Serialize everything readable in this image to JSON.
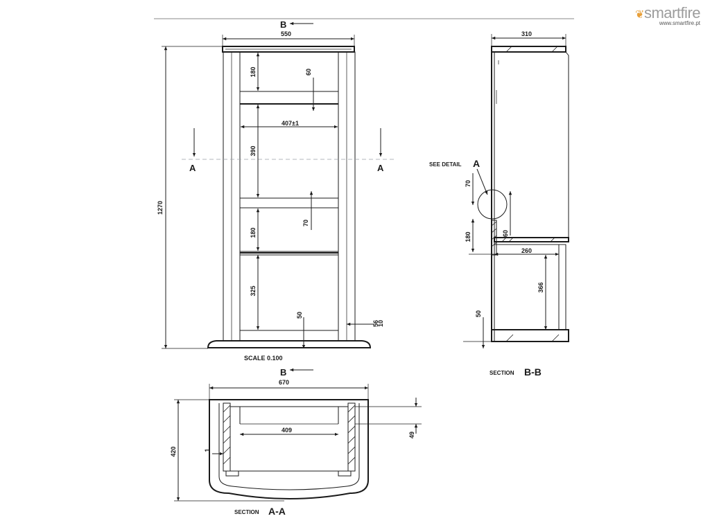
{
  "brand": {
    "name": "smartfire",
    "url": "www.smartfire.pt",
    "flame_color": "#e8a03a"
  },
  "front_view": {
    "section_marker_top": "B",
    "section_marker_bottom": "B",
    "section_marker_left": "A",
    "section_marker_right": "A",
    "width_dim": "550",
    "height_dim": "1270",
    "dims": [
      "180",
      "60",
      "407±1",
      "390",
      "180",
      "70",
      "325",
      "50",
      "56",
      "10"
    ],
    "scale": "SCALE 0.100"
  },
  "section_bb": {
    "title_prefix": "SECTION",
    "title_letter": "B-B",
    "see_detail": "SEE DETAIL",
    "detail_letter": "A",
    "dims": [
      "310",
      "70",
      "180",
      "60",
      "260",
      "366",
      "50"
    ]
  },
  "section_aa": {
    "title_prefix": "SECTION",
    "title_letter": "A-A",
    "dims": [
      "670",
      "409",
      "49",
      "420",
      "1"
    ]
  }
}
